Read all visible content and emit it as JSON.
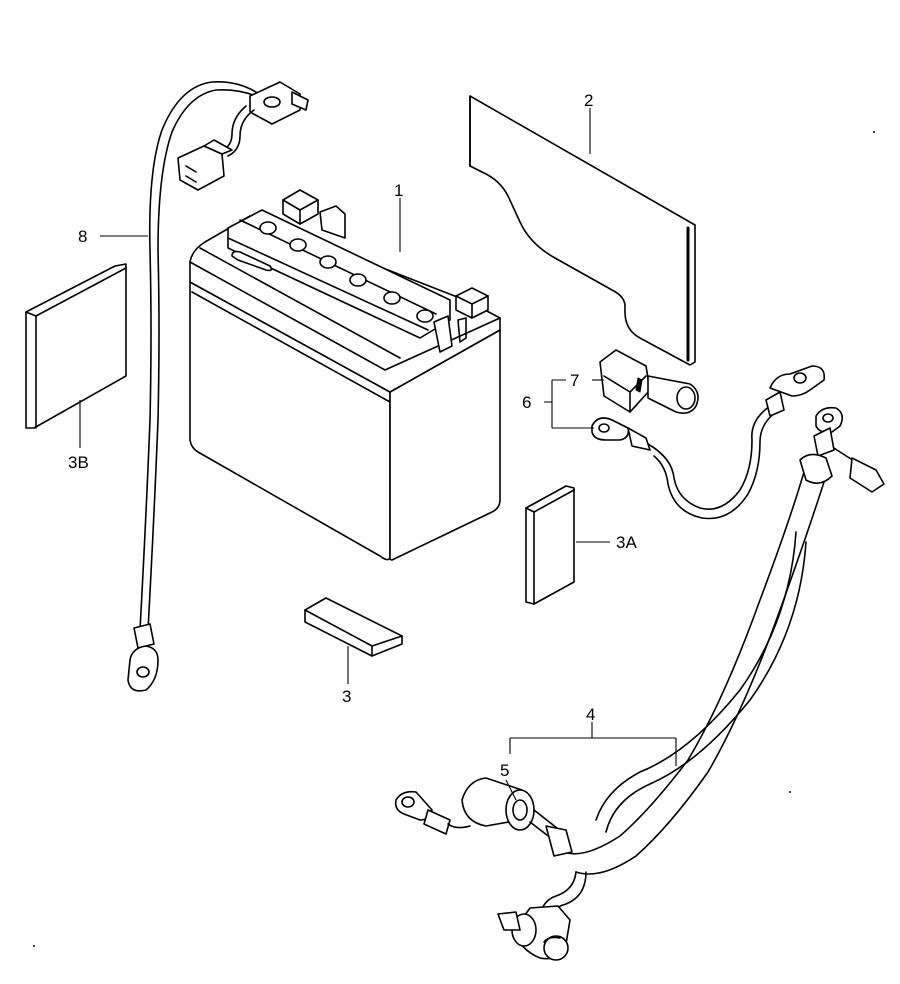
{
  "labels": {
    "battery": "1",
    "cover": "2",
    "pad": "3",
    "pad_a": "3A",
    "pad_b": "3B",
    "harness": "4",
    "cap": "5",
    "lead_assy": "6",
    "terminal_cap": "7",
    "ground_wire": "8"
  }
}
